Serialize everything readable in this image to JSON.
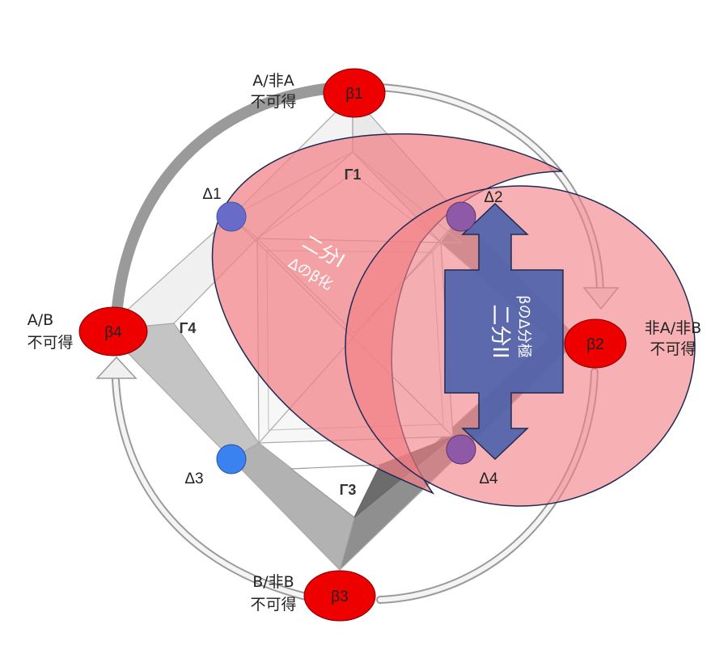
{
  "colors": {
    "beta_node": "#ee0000",
    "delta_blue": "#3b82f0",
    "delta_purple": "#8e5aa8",
    "pink_region": "#f27f85",
    "arrow_blue": "#4e63ab",
    "gray_frame": "#bdbdbd"
  },
  "beta_nodes": {
    "b1": {
      "label": "β1",
      "caption_line1": "A/非A",
      "caption_line2": "不可得"
    },
    "b2": {
      "label": "β2",
      "caption_line1": "非A/非B",
      "caption_line2": "不可得"
    },
    "b3": {
      "label": "β3",
      "caption_line1": "B/非B",
      "caption_line2": "不可得"
    },
    "b4": {
      "label": "β4",
      "caption_line1": "A/B",
      "caption_line2": "不可得"
    }
  },
  "delta_nodes": {
    "d1": {
      "label": "Δ1"
    },
    "d2": {
      "label": "Δ2"
    },
    "d3": {
      "label": "Δ3"
    },
    "d4": {
      "label": "Δ4"
    }
  },
  "gamma_labels": {
    "g1": "Γ1",
    "g3": "Γ3",
    "g4": "Γ4"
  },
  "dichotomy_1": {
    "title": "二分I",
    "subtitle": "Δのβ化"
  },
  "dichotomy_2": {
    "title": "二分II",
    "subtitle": "βのΔ分極"
  },
  "icons": [
    "cycle-arrow-icon",
    "double-headed-arrow-icon"
  ]
}
